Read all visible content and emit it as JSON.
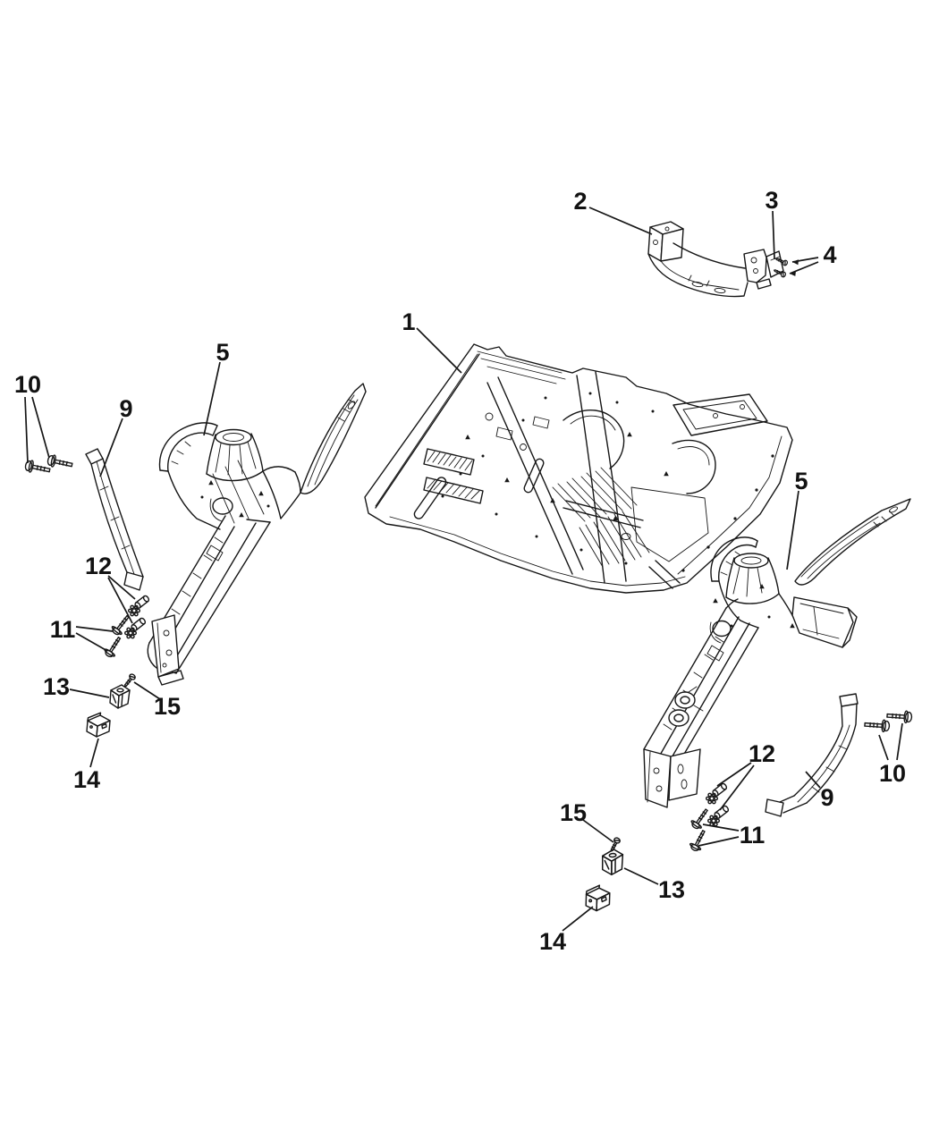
{
  "page": {
    "background_color": "#ffffff",
    "line_color": "#161616"
  },
  "callouts": [
    {
      "label": "1",
      "name": "rear-floor-pan"
    },
    {
      "label": "2",
      "name": "crossmember-support"
    },
    {
      "label": "3",
      "name": "reinforcement-plate"
    },
    {
      "label": "4",
      "name": "plate-screws"
    },
    {
      "label": "5",
      "name": "wheelhouse-rail-left"
    },
    {
      "label": "5",
      "name": "wheelhouse-rail-right"
    },
    {
      "label": "9",
      "name": "support-brace-left"
    },
    {
      "label": "9",
      "name": "support-brace-right"
    },
    {
      "label": "10",
      "name": "hex-bolts-left"
    },
    {
      "label": "10",
      "name": "hex-bolts-right"
    },
    {
      "label": "11",
      "name": "flange-bolts-left"
    },
    {
      "label": "11",
      "name": "flange-bolts-right"
    },
    {
      "label": "12",
      "name": "studs-left"
    },
    {
      "label": "12",
      "name": "studs-right"
    },
    {
      "label": "13",
      "name": "mount-bracket-left"
    },
    {
      "label": "13",
      "name": "mount-bracket-right"
    },
    {
      "label": "14",
      "name": "bump-stop-block-left"
    },
    {
      "label": "14",
      "name": "bump-stop-block-right"
    },
    {
      "label": "15",
      "name": "retaining-screw-left"
    },
    {
      "label": "15",
      "name": "retaining-screw-right"
    }
  ]
}
